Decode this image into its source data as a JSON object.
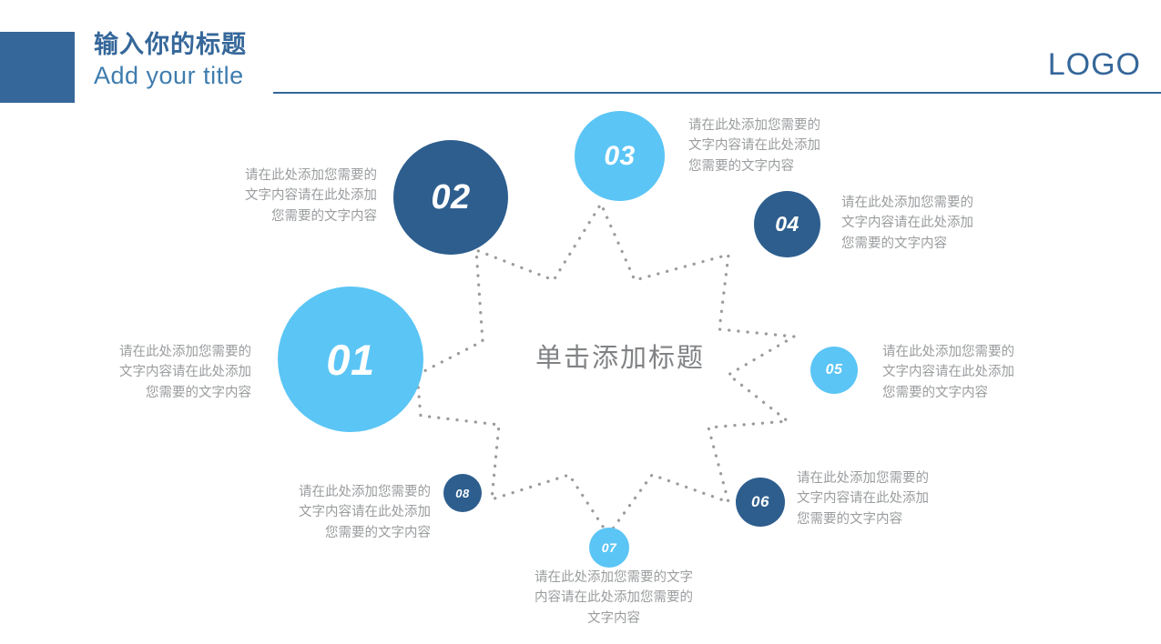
{
  "header": {
    "title_cn": "输入你的标题",
    "title_en": "Add your title",
    "logo": "LOGO",
    "accent_color": "#35679A",
    "block_color": "#35679A"
  },
  "diagram": {
    "center_title": "单击添加标题",
    "colors": {
      "light_blue": "#5BC5F5",
      "dark_blue": "#2D5E8E",
      "body_text": "#9a9c9e",
      "center_text": "#808284",
      "dotted_line": "#9b9b9b"
    },
    "nodes": [
      {
        "number": "01",
        "style": "light",
        "text": "请在此处添加您需要的\n文字内容请在此处添加\n您需要的文字内容"
      },
      {
        "number": "02",
        "style": "dark",
        "text": "请在此处添加您需要的\n文字内容请在此处添加\n您需要的文字内容"
      },
      {
        "number": "03",
        "style": "light",
        "text": "请在此处添加您需要的\n文字内容请在此处添加\n您需要的文字内容"
      },
      {
        "number": "04",
        "style": "dark",
        "text": "请在此处添加您需要的\n文字内容请在此处添加\n您需要的文字内容"
      },
      {
        "number": "05",
        "style": "light",
        "text": "请在此处添加您需要的\n文字内容请在此处添加\n您需要的文字内容"
      },
      {
        "number": "06",
        "style": "dark",
        "text": "请在此处添加您需要的\n文字内容请在此处添加\n您需要的文字内容"
      },
      {
        "number": "07",
        "style": "light",
        "text": "请在此处添加您需要的文字\n内容请在此处添加您需要的\n文字内容"
      },
      {
        "number": "08",
        "style": "dark",
        "text": "请在此处添加您需要的\n文字内容请在此处添加\n您需要的文字内容"
      }
    ]
  }
}
